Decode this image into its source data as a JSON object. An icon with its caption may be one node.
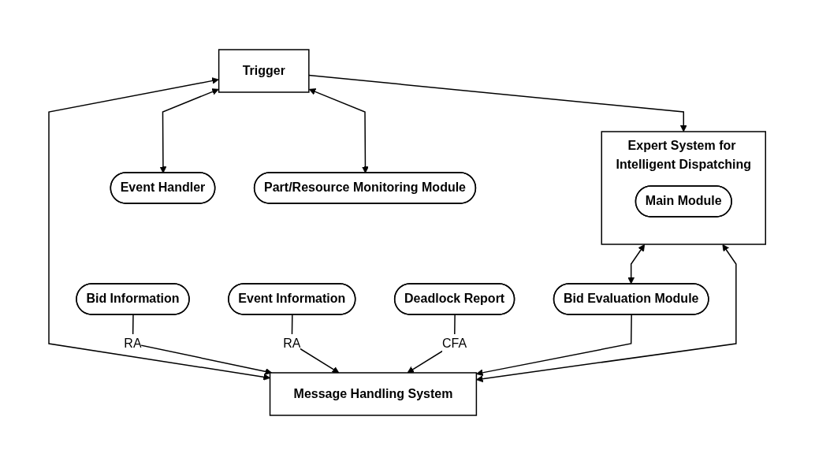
{
  "diagram": {
    "nodes": [
      {
        "text": [
          "Expert System for Intelligent Dispatching"
        ]
      },
      {
        "text": [
          "Main Module"
        ],
        "in": 0
      },
      {
        "text": [
          "Bid Evaluation Module"
        ]
      },
      {
        "text": [
          "Bid Information"
        ]
      },
      {
        "text": [
          "Event Information"
        ]
      },
      {
        "text": [
          "Trigger"
        ]
      },
      {
        "text": [
          "Message Handling System"
        ]
      },
      {
        "text": [
          "Event Handler"
        ]
      },
      {
        "text": [
          "Part/Resource Monitoring Module"
        ]
      },
      {
        "text": [
          "Deadlock Report"
        ]
      }
    ],
    "edges": [
      {
        "from": 0,
        "to": 2,
        "arrow": "both"
      },
      {
        "from": 0,
        "to": 6,
        "arrow": "both"
      },
      {
        "from": 2,
        "to": 6,
        "arrow": "to"
      },
      {
        "from": 3,
        "to": 6,
        "arrow": "to",
        "label": "RA"
      },
      {
        "from": 4,
        "to": 6,
        "arrow": "to",
        "label": "RA"
      },
      {
        "from": 5,
        "to": 0,
        "arrow": "to"
      },
      {
        "from": 5,
        "to": 6,
        "arrow": "both"
      },
      {
        "from": 5,
        "to": 7,
        "arrow": "both"
      },
      {
        "from": 5,
        "to": 8,
        "arrow": "both"
      },
      {
        "from": 9,
        "to": 6,
        "arrow": "to",
        "label": "CFA"
      }
    ]
  }
}
